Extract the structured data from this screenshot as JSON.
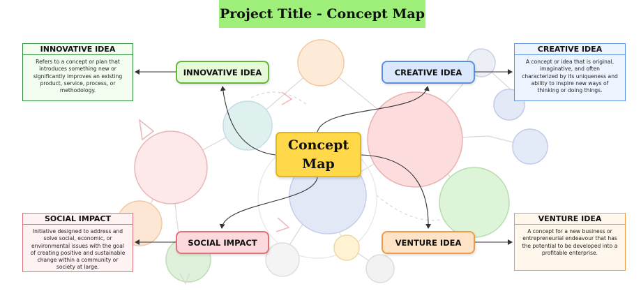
{
  "title": "Project Title - Concept Map",
  "center": {
    "label": "Concept\nMap",
    "fill": "#ffd94a"
  },
  "nodes": {
    "innovative": {
      "label": "INNOVATIVE IDEA",
      "color": "#68b53c"
    },
    "creative": {
      "label": "CREATIVE IDEA",
      "color": "#5b8fe0"
    },
    "social": {
      "label": "SOCIAL IMPACT",
      "color": "#e0707a"
    },
    "venture": {
      "label": "VENTURE IDEA",
      "color": "#ef9a45"
    }
  },
  "cards": {
    "innovative": {
      "heading": "INNOVATIVE IDEA",
      "text": "Refers to a concept or plan that introduces something new or significantly improves an existing product, service, process, or methodology."
    },
    "creative": {
      "heading": "CREATIVE IDEA",
      "text": "A concept or idea that is original, imaginative, and often characterized by its uniqueness and ability to inspire new ways of thinking or doing things."
    },
    "social": {
      "heading": "SOCIAL IMPACT",
      "text": "Initiative designed to address and solve social, economic, or environmental issues with the goal of creating positive and sustainable change within a community or society at large."
    },
    "venture": {
      "heading": "VENTURE IDEA",
      "text": "A concept for a new business or entrepreneurial endeavour that has the potential to be developed into a profitable enterprise."
    }
  }
}
